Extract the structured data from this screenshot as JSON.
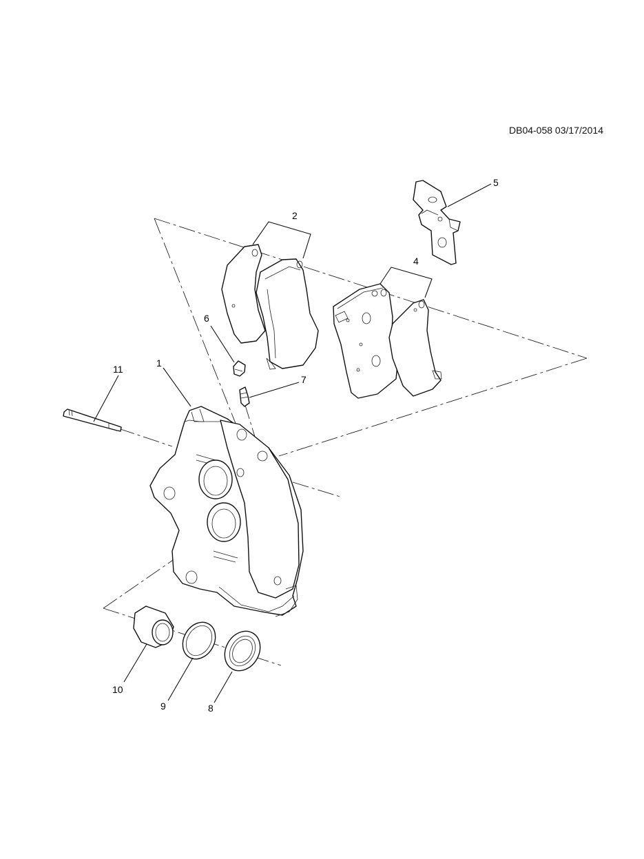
{
  "document": {
    "id": "DB04-058 03/17/2014"
  },
  "callouts": {
    "c1": "1",
    "c2": "2",
    "c4": "4",
    "c5": "5",
    "c6": "6",
    "c7": "7",
    "c8": "8",
    "c9": "9",
    "c10": "10",
    "c11": "11"
  }
}
